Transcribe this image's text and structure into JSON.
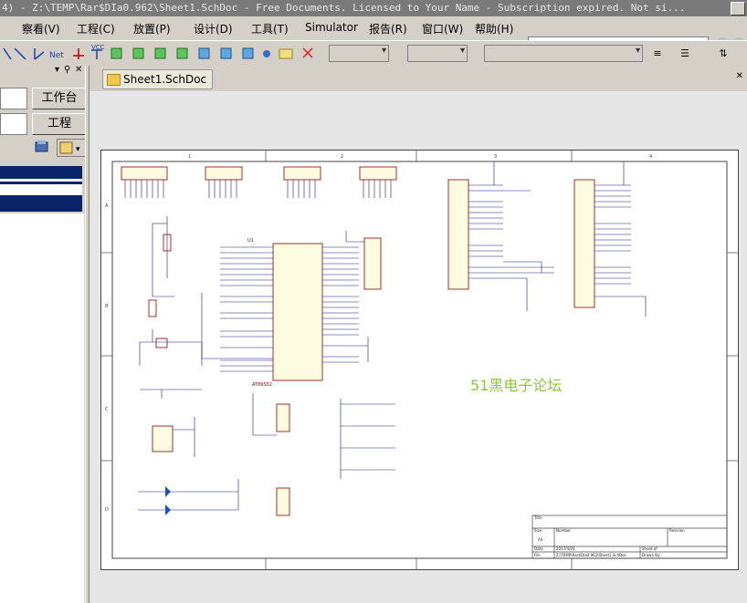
{
  "window": {
    "title": "4) - Z:\\TEMP\\Rar$DIa0.962\\Sheet1.SchDoc - Free Documents. Licensed to Your Name - Subscription expired. Not si..."
  },
  "menu": {
    "items": [
      "察看(V)",
      "工程(C)",
      "放置(P)",
      "设计(D)",
      "工具(T)",
      "Simulator",
      "报告(R)",
      "窗口(W)",
      "帮助(H)"
    ],
    "path": "Z:\\TEMP\\Rar$DIa0.962\\Sheet1.Sch"
  },
  "panel": {
    "workspace_btn": "工作台",
    "project_btn": "工程"
  },
  "tabs": {
    "active": "Sheet1.SchDoc"
  },
  "watermark": "51黑电子论坛",
  "schematic": {
    "border_numbers": [
      "1",
      "2",
      "3",
      "4"
    ],
    "border_letters": [
      "A",
      "B",
      "C",
      "D"
    ],
    "mcu_name": "U1",
    "mcu_part": "AT89S52",
    "title_block": {
      "title": "Title",
      "size_label": "Size",
      "size": "A4",
      "number_label": "Number",
      "revision_label": "Revision",
      "date_label": "Date",
      "date": "2017/4/26",
      "file_label": "File",
      "file": "Z:\\TEMP\\Rar$DIa0.962\\Sheet1.SchDoc",
      "sheet": "Sheet of",
      "drawn": "Drawn By:"
    }
  },
  "colors": {
    "wire": "#1a1a8c",
    "part": "#8b0000",
    "watermark": "#8fc43c"
  }
}
